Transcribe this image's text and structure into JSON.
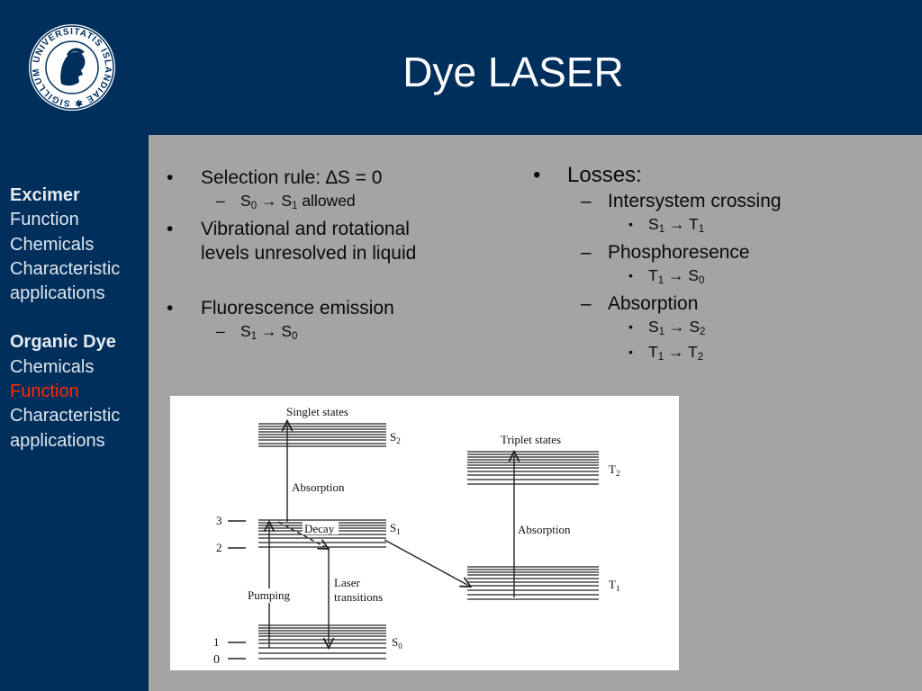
{
  "header": {
    "title": "Dye LASER",
    "seal_text": "UNIVERSITATIS ISLANDIAE SIGILLUM"
  },
  "sidebar": {
    "section1_title": "Excimer",
    "section1_items": [
      "Function",
      "Chemicals",
      "Characteristic",
      "applications"
    ],
    "section2_title": "Organic Dye",
    "section2_items": [
      "Chemicals",
      "Function",
      "Characteristic",
      "applications"
    ],
    "active_item": "Function"
  },
  "left_column": {
    "bullet1_text": "Selection rule: ∆S = 0",
    "bullet1_sub": {
      "a": "S",
      "a_sub": "0",
      "arrow": " → ",
      "b": "S",
      "b_sub": "1",
      "tail": " allowed"
    },
    "bullet2_line1": "Vibrational and rotational",
    "bullet2_line2": "levels unresolved in liquid",
    "bullet3_text": "Fluorescence emission",
    "bullet3_sub": {
      "a": "S",
      "a_sub": "1",
      "arrow": " → ",
      "b": "S",
      "b_sub": "0"
    }
  },
  "right_column": {
    "heading": "Losses:",
    "item1": "Intersystem crossing",
    "item1_sub": {
      "a": "S",
      "a_sub": "1",
      "arrow": " → ",
      "b": "T",
      "b_sub": "1"
    },
    "item2": "Phosphoresence",
    "item2_sub": {
      "a": "T",
      "a_sub": "1",
      "arrow": " → ",
      "b": "S",
      "b_sub": "0"
    },
    "item3": "Absorption",
    "item3_sub1": {
      "a": "S",
      "a_sub": "1",
      "arrow": " → ",
      "b": "S",
      "b_sub": "2"
    },
    "item3_sub2": {
      "a": "T",
      "a_sub": "1",
      "arrow": " → ",
      "b": "T",
      "b_sub": "2"
    }
  },
  "figure": {
    "singlet_title": "Singlet states",
    "triplet_title": "Triplet states",
    "absorption_left": "Absorption",
    "absorption_right": "Absorption",
    "decay": "Decay",
    "pumping": "Pumping",
    "laser_line1": "Laser",
    "laser_line2": "transitions",
    "level_3": "3",
    "level_2": "2",
    "level_1": "1",
    "level_0": "0",
    "s2": "S",
    "s2_sub": "2",
    "s1": "S",
    "s1_sub": "1",
    "s0": "S",
    "s0_sub": "0",
    "t2": "T",
    "t2_sub": "2",
    "t1": "T",
    "t1_sub": "1"
  }
}
